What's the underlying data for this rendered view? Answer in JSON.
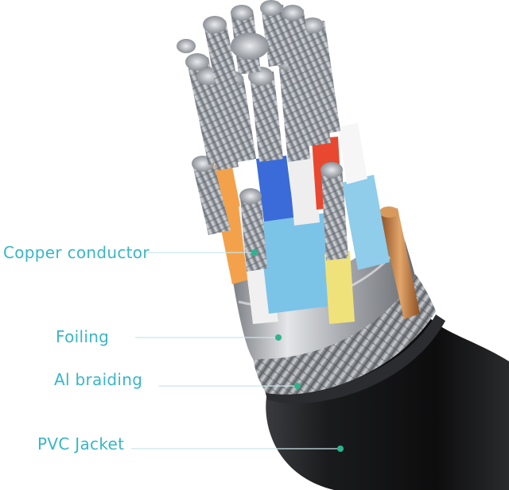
{
  "labels": {
    "copper_conductor": "Copper conductor",
    "foiling": "Foiling",
    "al_braiding": "Al braiding",
    "pvc_jacket": "PVC Jacket"
  },
  "colors": {
    "label_text": "#38b6c6",
    "leader_line": "#c8e6ea",
    "marker_dot": "#2fb38f",
    "jacket": "#1c1d1f",
    "braid": "#8e9196",
    "foil": "#b9bcc0",
    "strand": "#9aa0a6",
    "wire_insulation": [
      "#f2f2f2",
      "#3a6bd8",
      "#e8482f",
      "#f0e27a",
      "#f3a24b",
      "#7cc3e8",
      "#c98a52"
    ]
  }
}
